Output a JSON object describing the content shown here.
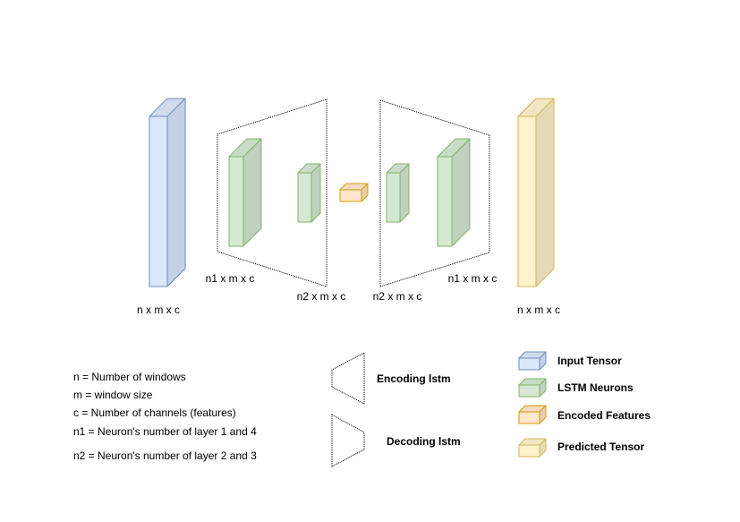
{
  "colors": {
    "input": {
      "front": "#dae8fc",
      "top": "#d0dcee",
      "side": "#c4d0e4",
      "stroke": "#6c8ebf"
    },
    "lstm": {
      "front": "#d5e8d4",
      "top": "#cadcc9",
      "side": "#c0d1bf",
      "stroke": "#82b366"
    },
    "encoded": {
      "front": "#ffe6cc",
      "top": "#f2dbc2",
      "side": "#e5cfb8",
      "stroke": "#d79b00"
    },
    "predicted": {
      "front": "#fff2cc",
      "top": "#f2e6c2",
      "side": "#e5dab8",
      "stroke": "#d6b656"
    }
  },
  "tensor_labels": {
    "input": "n x m x c",
    "enc_layer1": "n1 x m x c",
    "enc_layer2": "n2 x m x c",
    "dec_layer2": "n2 x m x c",
    "dec_layer1": "n1 x m x c",
    "output": "n x m x c"
  },
  "notes": [
    "n = Number of windows",
    "m = window size",
    "c = Number of channels (features)",
    "n1 = Neuron's number of layer 1 and 4",
    "n2 = Neuron's number of layer 2 and 3"
  ],
  "shape_legend": {
    "encoding": "Encoding lstm",
    "decoding": "Decoding lstm"
  },
  "color_legend": [
    {
      "key": "input",
      "label": "Input Tensor"
    },
    {
      "key": "lstm",
      "label": "LSTM Neurons"
    },
    {
      "key": "encoded",
      "label": "Encoded Features"
    },
    {
      "key": "predicted",
      "label": "Predicted Tensor"
    }
  ]
}
